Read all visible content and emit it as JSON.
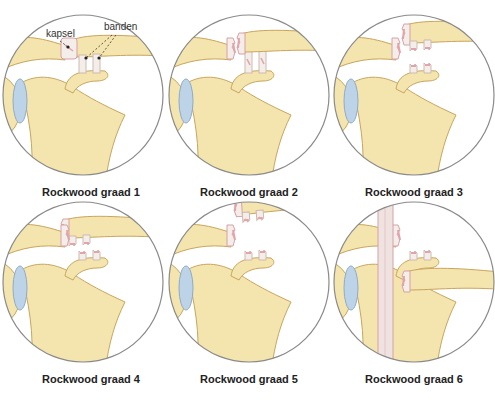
{
  "diagram": {
    "nodes": [
      {
        "text": [
          "Rockwood graad 1"
        ]
      },
      {
        "text": [
          "Rockwood graad 2"
        ]
      },
      {
        "text": [
          "Rockwood graad 3"
        ]
      },
      {
        "text": [
          "Rockwood graad 4"
        ]
      },
      {
        "text": [
          "Rockwood graad 5"
        ]
      },
      {
        "text": [
          "Rockwood graad 6"
        ]
      }
    ],
    "labels": [
      "kapsel",
      "banden"
    ]
  }
}
